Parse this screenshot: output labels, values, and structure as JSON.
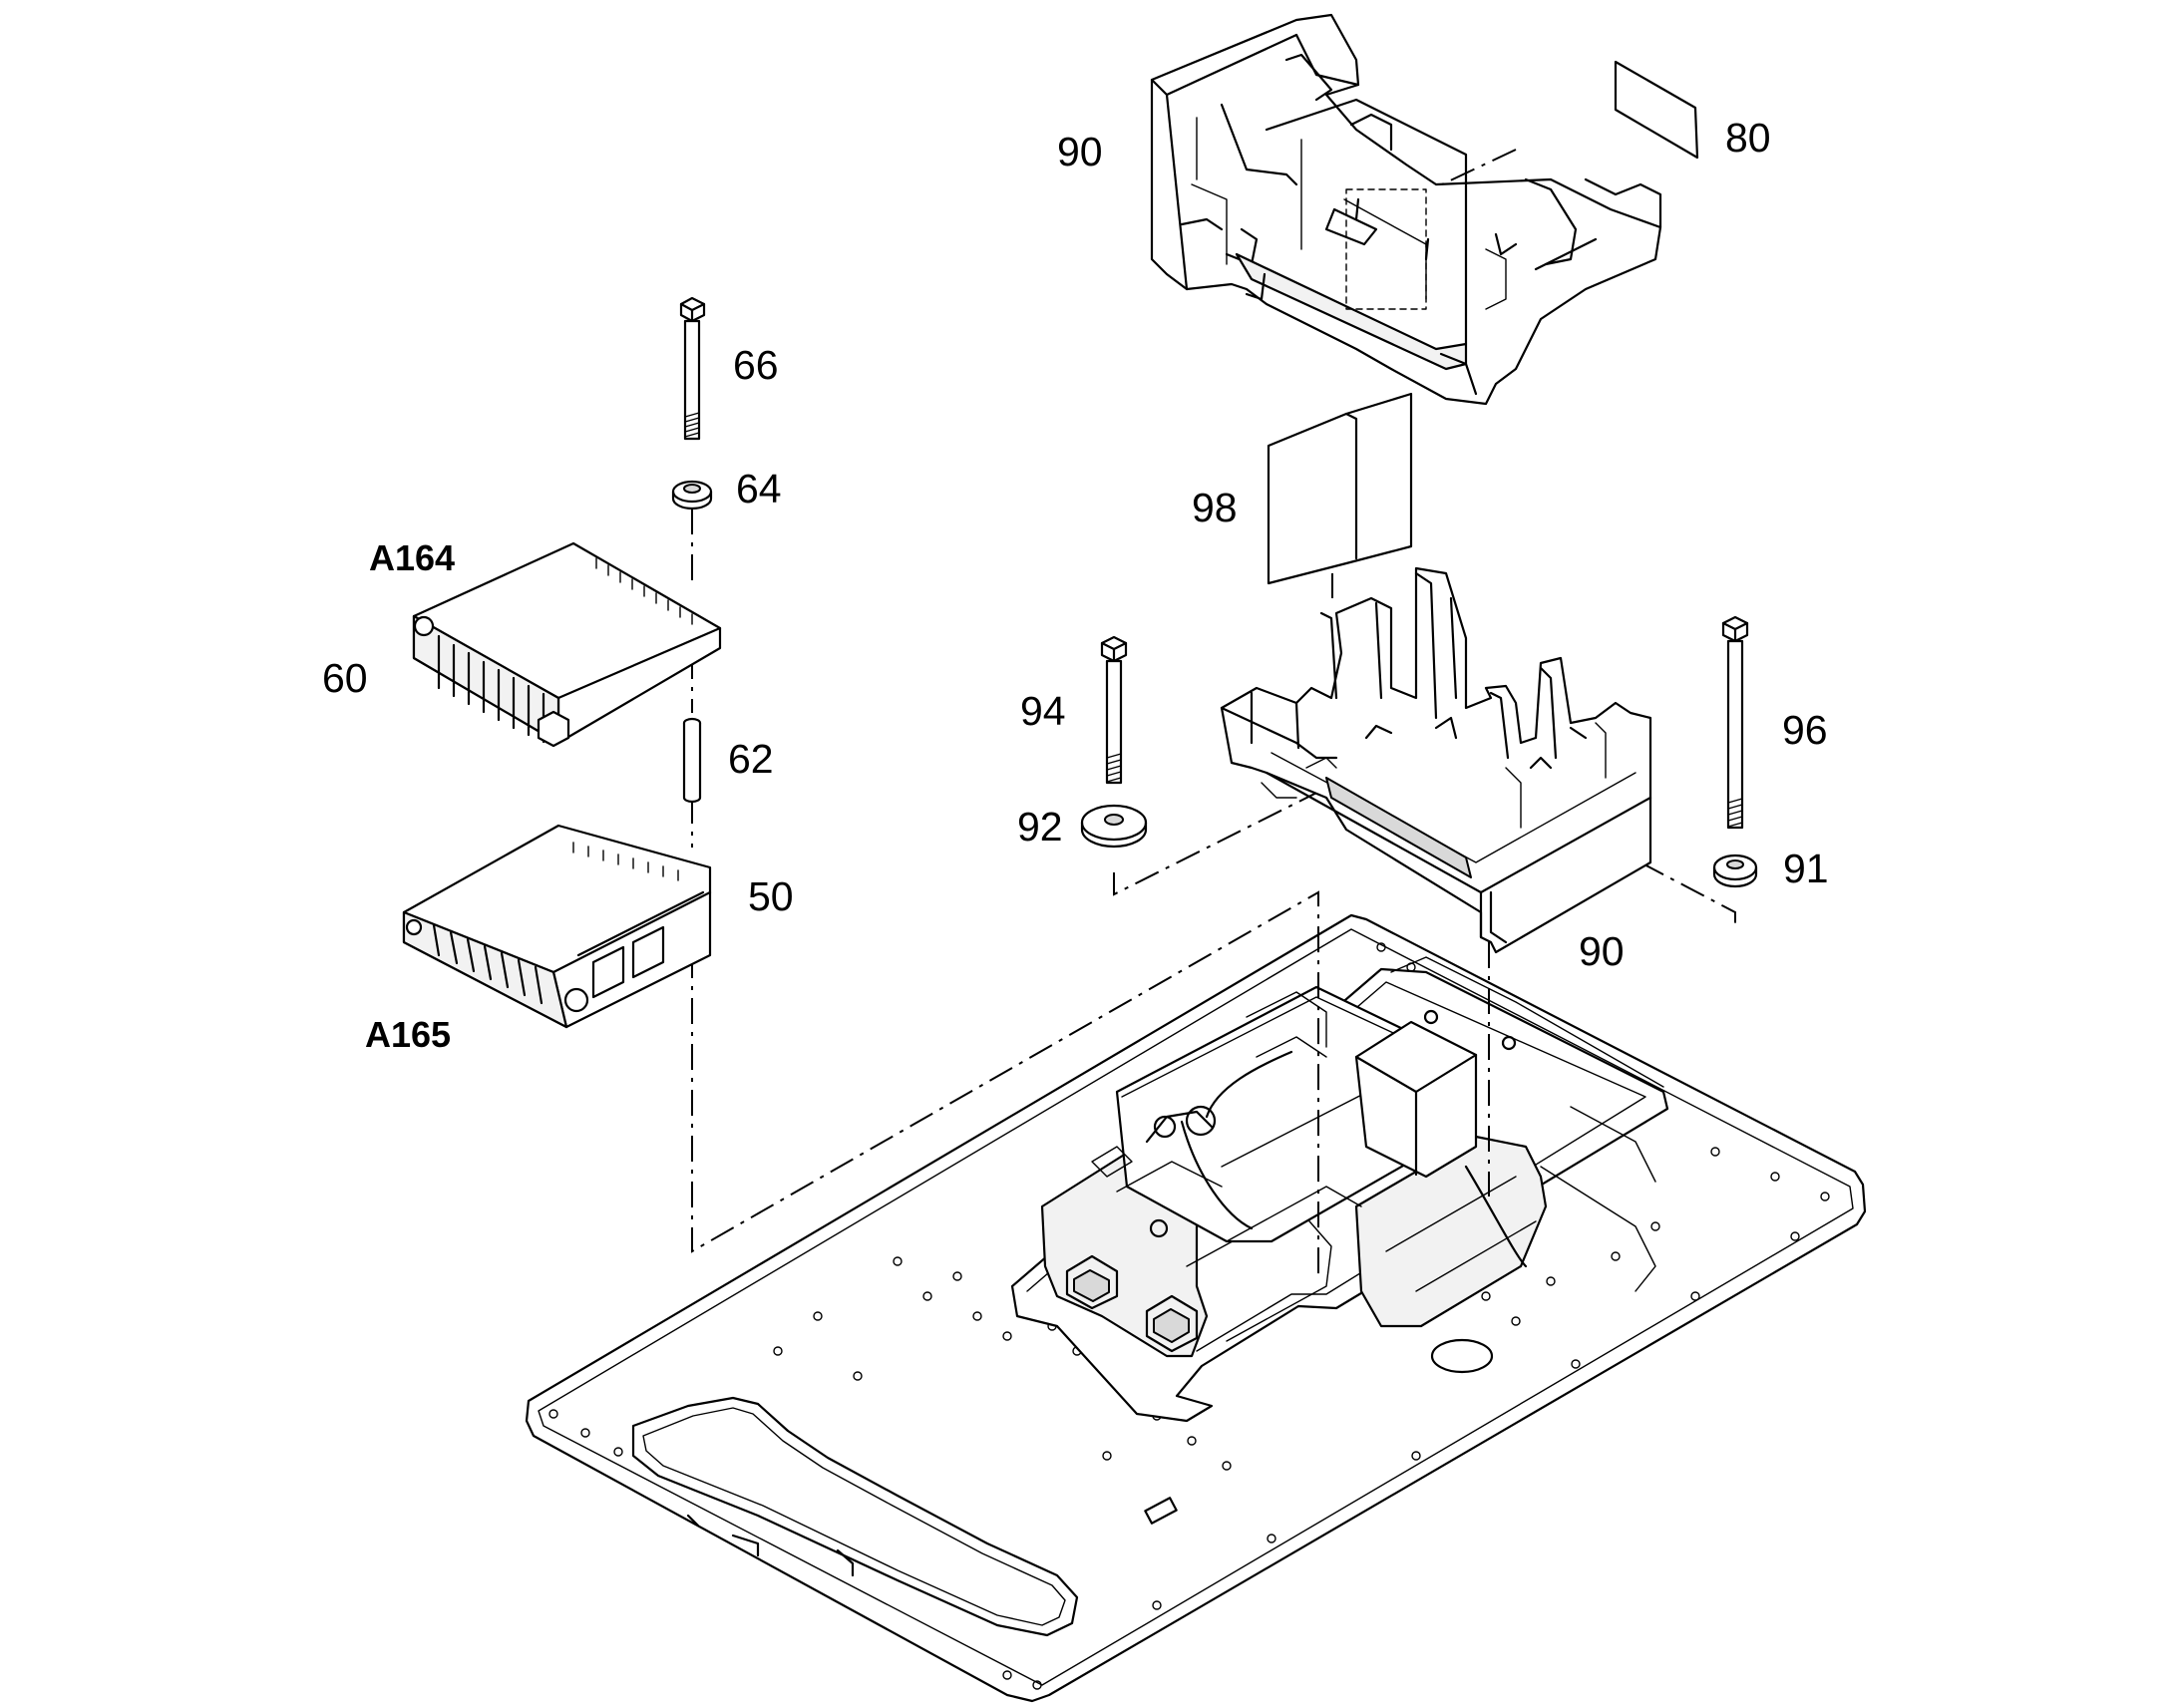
{
  "callouts": {
    "p90_top": "90",
    "p80": "80",
    "p66": "66",
    "p64": "64",
    "a164": "A164",
    "p60": "60",
    "p98": "98",
    "p62": "62",
    "p94": "94",
    "p96": "96",
    "p50": "50",
    "p92": "92",
    "p91": "91",
    "p90_bottom": "90",
    "a165": "A165"
  },
  "icons": [
    "bolt",
    "washer",
    "spacer",
    "control-module",
    "bracket",
    "pad",
    "base-plate"
  ],
  "colors": {
    "line": "#000000",
    "background": "#ffffff",
    "shade": "#d9d9d9"
  }
}
